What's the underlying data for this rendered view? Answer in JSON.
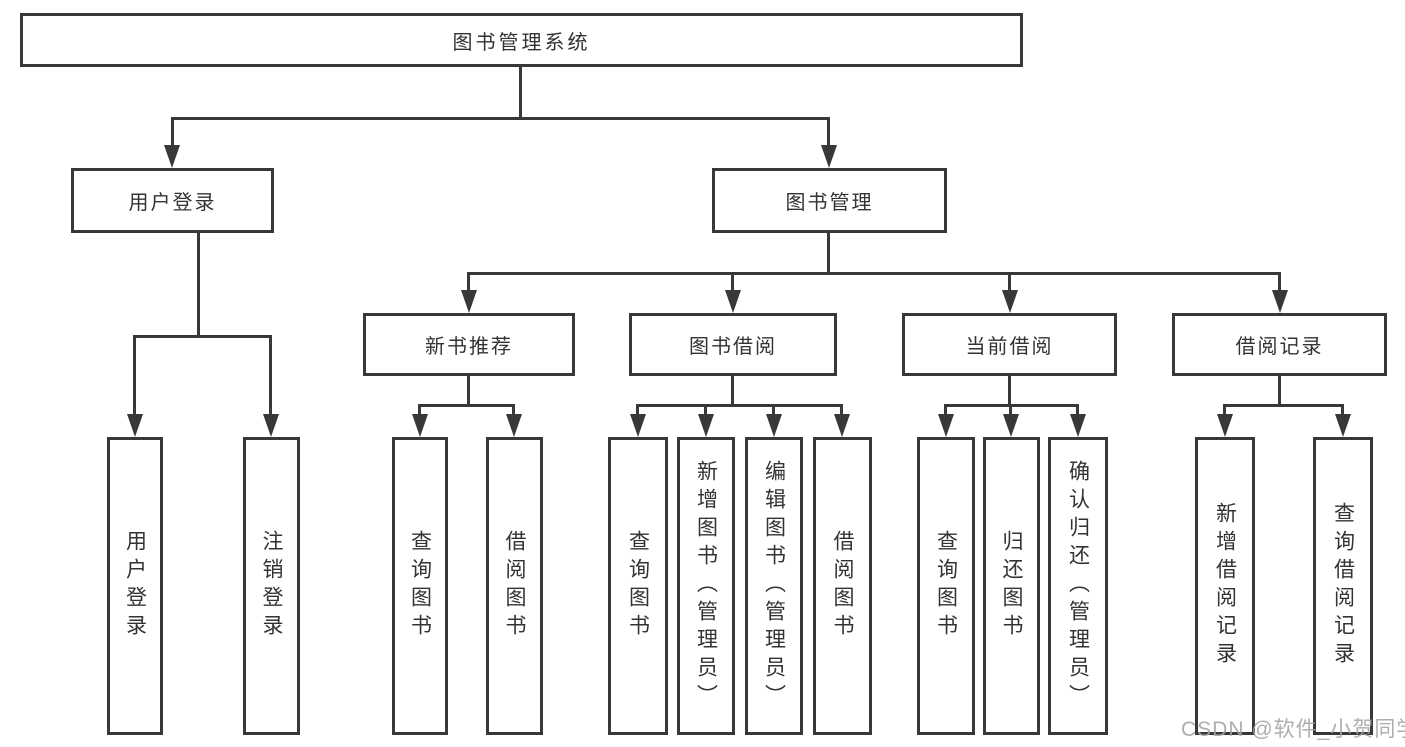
{
  "diagram": {
    "type": "tree",
    "title": "图书管理系统",
    "tree": {
      "root": {
        "label": "图书管理系统"
      },
      "branches": [
        {
          "label": "用户登录",
          "children": [
            {
              "label": "用户登录"
            },
            {
              "label": "注销登录"
            }
          ]
        },
        {
          "label": "图书管理",
          "children": [
            {
              "label": "新书推荐",
              "children": [
                {
                  "label": "查询图书"
                },
                {
                  "label": "借阅图书"
                }
              ]
            },
            {
              "label": "图书借阅",
              "children": [
                {
                  "label": "查询图书"
                },
                {
                  "label": "新增图书（管理员）"
                },
                {
                  "label": "编辑图书（管理员）"
                },
                {
                  "label": "借阅图书"
                }
              ]
            },
            {
              "label": "当前借阅",
              "children": [
                {
                  "label": "查询图书"
                },
                {
                  "label": "归还图书"
                },
                {
                  "label": "确认归还（管理员）"
                }
              ]
            },
            {
              "label": "借阅记录",
              "children": [
                {
                  "label": "新增借阅记录"
                },
                {
                  "label": "查询借阅记录"
                }
              ]
            }
          ]
        }
      ]
    },
    "colors": {
      "line": "#383838",
      "text": "#333333",
      "background": "#ffffff",
      "watermark": "#a5a5a5"
    }
  },
  "watermark": {
    "text": "CSDN @软件_小贺同学"
  }
}
